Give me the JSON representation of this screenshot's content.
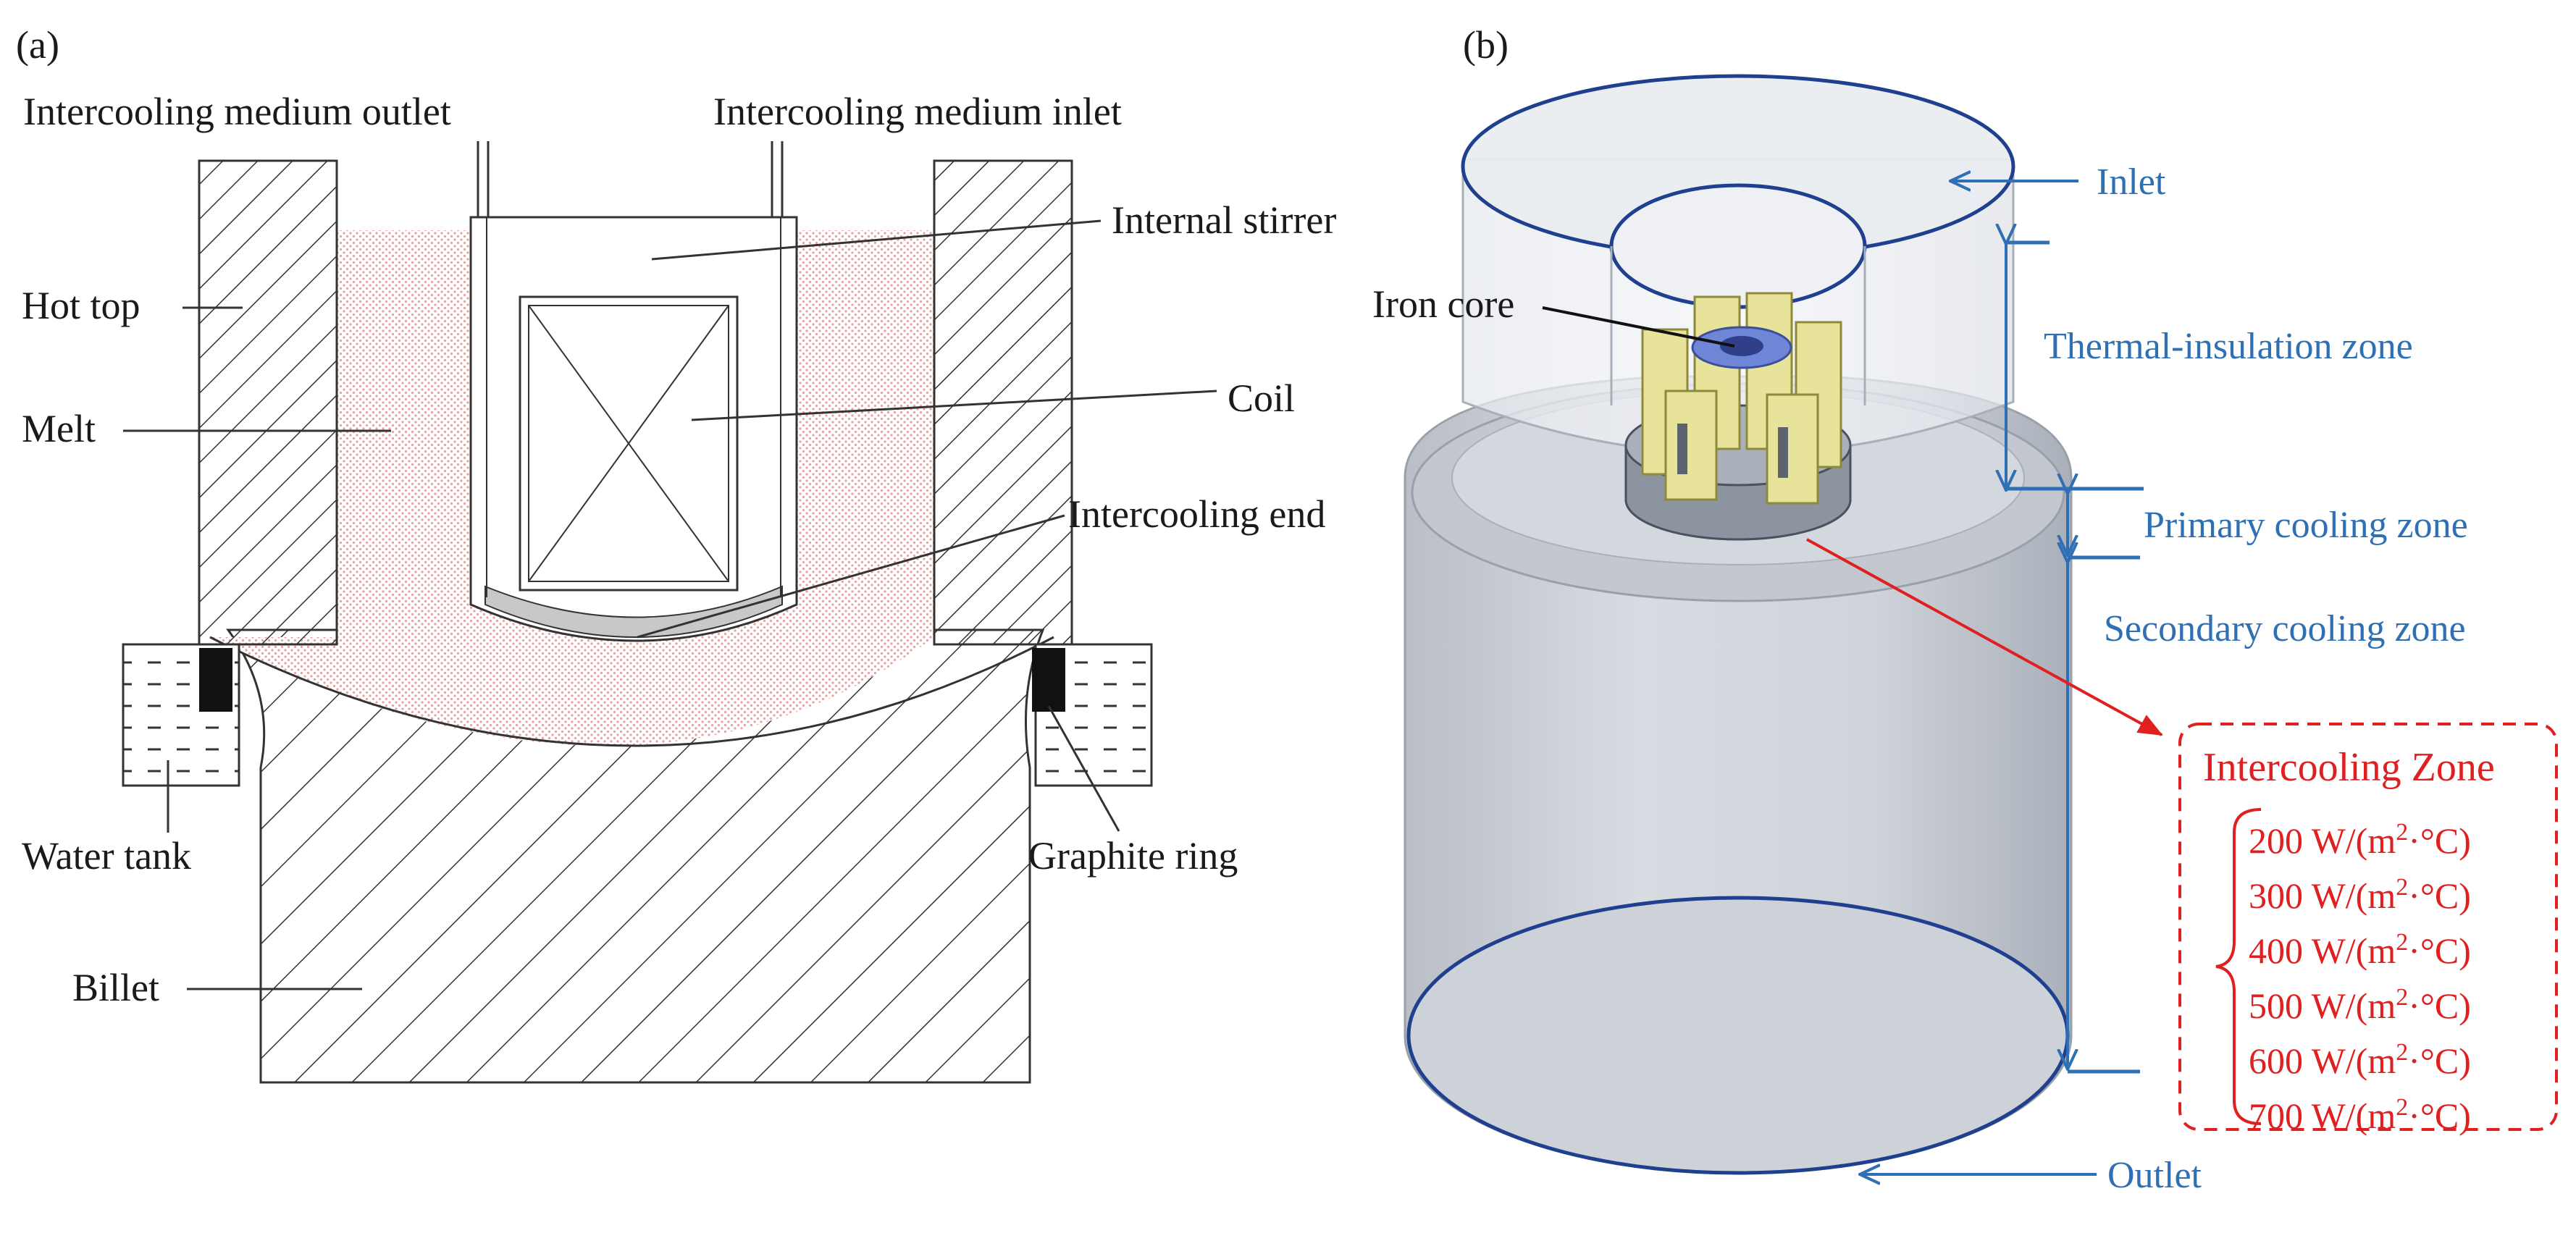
{
  "panel_a": {
    "tag": "(a)",
    "labels": {
      "outlet": "Intercooling medium outlet",
      "inlet": "Intercooling medium inlet",
      "stirrer": "Internal stirrer",
      "hot_top": "Hot top",
      "melt": "Melt",
      "coil": "Coil",
      "intercooling_end": "Intercooling end",
      "water_tank": "Water tank",
      "graphite_ring": "Graphite ring",
      "billet": "Billet"
    }
  },
  "panel_b": {
    "tag": "(b)",
    "labels": {
      "inlet": "Inlet",
      "iron_core": "Iron core",
      "thermal_zone": "Thermal-insulation zone",
      "primary_zone": "Primary cooling zone",
      "secondary_zone": "Secondary cooling zone",
      "outlet": "Outlet"
    },
    "intercooling": {
      "title": "Intercooling Zone",
      "unit_open": "W/(m",
      "unit_sup": "2",
      "unit_close": "·°C)",
      "values": [
        "200",
        "300",
        "400",
        "500",
        "600",
        "700"
      ]
    }
  },
  "colors": {
    "annotation_blue": "#2f6fb3",
    "highlight_red": "#e02020",
    "melt_pink": "#f2c6c6",
    "coil_yellow": "#e8e39a",
    "iron_core_blue": "#6f86d6"
  }
}
